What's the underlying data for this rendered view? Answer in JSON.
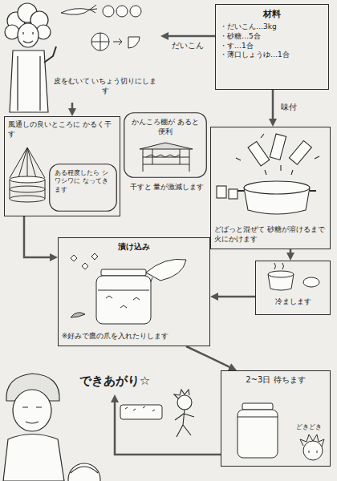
{
  "diagram": {
    "nodes": [
      {
        "text": [
          "材料",
          "・だいこん…3kg",
          "・砂糖…5合",
          "・す…1合",
          "・薄口しょうゆ…1合"
        ]
      },
      {
        "text": [
          "皮をむいて いちょう切りにします"
        ]
      },
      {
        "text": [
          "風通しの良いところに かるく干す"
        ]
      },
      {
        "text": [
          "ある程度したら シワシワに なってきます"
        ],
        "in": 2
      },
      {
        "text": [
          "かんころ棚が あると便利"
        ]
      },
      {
        "text": [
          "どばっと混ぜて 砂糖が溶けるまで火にかけます"
        ]
      },
      {
        "text": [
          "冷まします"
        ]
      },
      {
        "text": [
          "漬け込み",
          "※好みで鷹の爪を入れたりします"
        ]
      },
      {
        "text": [
          "2~3日 待ちます"
        ]
      },
      {
        "text": [
          "できあがり☆"
        ]
      }
    ],
    "edges": [
      {
        "from": 0,
        "to": 1,
        "label": "だいこん",
        "arrow": "to"
      },
      {
        "from": 1,
        "to": 2,
        "arrow": "to"
      },
      {
        "from": 0,
        "to": 5,
        "label": "味付",
        "arrow": "to"
      },
      {
        "from": 5,
        "to": 6,
        "arrow": "to"
      },
      {
        "from": 6,
        "to": 7,
        "arrow": "to"
      },
      {
        "from": 2,
        "to": 7,
        "arrow": "to"
      },
      {
        "from": 7,
        "to": 8,
        "arrow": "to"
      },
      {
        "from": 8,
        "to": 9,
        "arrow": "to"
      }
    ],
    "labels": [
      "干すと 量が激減します",
      "どきどき"
    ]
  }
}
